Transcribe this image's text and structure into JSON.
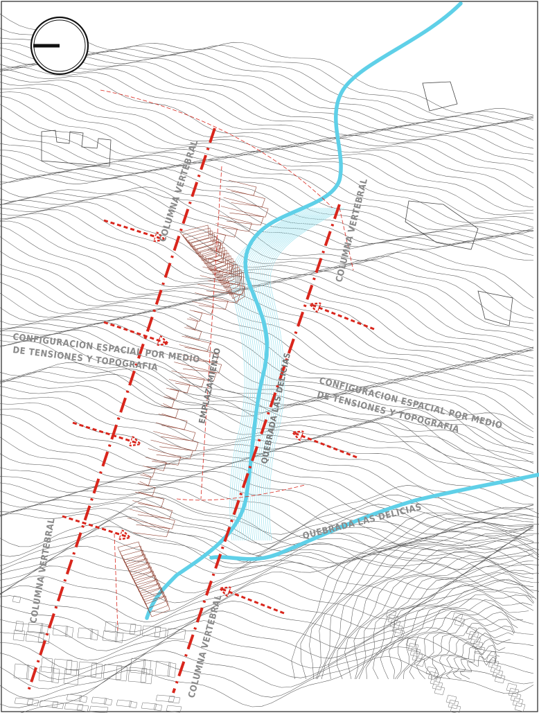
{
  "labels": {
    "columna_1": "COLUMNA VERTEBRAL",
    "columna_2": "COLUMNA VERTEBRAL",
    "columna_3": "COLUMNA VERTEBRAL",
    "columna_4": "COLUMNA VERTEBRAL",
    "config_left_line1": "CONFIGURACION ESPACIAL POR MEDIO",
    "config_left_line2": "DE TENSIONES Y TOPOGRAFIA",
    "config_right_line1": "CONFIGURACION ESPACIAL POR MEDIO",
    "config_right_line2": "DE TENSIONES Y TOPOGRAFIA",
    "emplazamiento": "EMPLAZAMIENTO",
    "quebrada_vertical": "QUEBRADA LAS DELICIAS",
    "quebrada_horizontal": "QUEBRADA LAS DELICIAS"
  },
  "colors": {
    "background": "#ffffff",
    "contour": "#555555",
    "river": "#5fd0e8",
    "river_buffer": "#9ee3ef",
    "axis_red": "#d9261c",
    "site_brown": "#8b3a2a",
    "label_gray": "#8a8a8a"
  },
  "icons": {
    "north_arrow": "north-arrow-icon"
  }
}
